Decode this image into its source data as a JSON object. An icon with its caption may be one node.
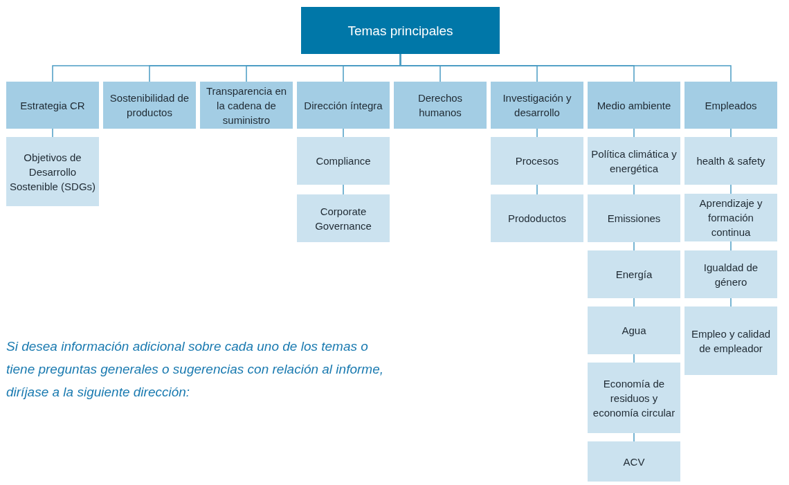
{
  "diagram": {
    "nodes": [
      {
        "text": [
          "Temas principales"
        ]
      },
      {
        "text": [
          "Estrategia CR"
        ]
      },
      {
        "text": [
          "Sostenibilidad de productos"
        ]
      },
      {
        "text": [
          "Transparencia en la cadena de suministro"
        ]
      },
      {
        "text": [
          "Dirección íntegra"
        ]
      },
      {
        "text": [
          "Derechos humanos"
        ]
      },
      {
        "text": [
          "Investigación y desarrollo"
        ]
      },
      {
        "text": [
          "Medio ambiente"
        ]
      },
      {
        "text": [
          "Empleados"
        ]
      },
      {
        "text": [
          "Objetivos de Desarrollo Sostenible (SDGs)"
        ]
      },
      {
        "text": [
          "Compliance"
        ]
      },
      {
        "text": [
          "Corporate Governance"
        ]
      },
      {
        "text": [
          "Procesos"
        ]
      },
      {
        "text": [
          "Prodoductos"
        ]
      },
      {
        "text": [
          "Política climática y energética"
        ]
      },
      {
        "text": [
          "Emissiones"
        ]
      },
      {
        "text": [
          "Energía"
        ]
      },
      {
        "text": [
          "Agua"
        ]
      },
      {
        "text": [
          "Economía de residuos y economía circular"
        ]
      },
      {
        "text": [
          "ACV"
        ]
      },
      {
        "text": [
          "health & safety"
        ]
      },
      {
        "text": [
          "Aprendizaje y formación continua"
        ]
      },
      {
        "text": [
          "Igualdad de género"
        ]
      },
      {
        "text": [
          "Empleo y calidad de empleador"
        ]
      }
    ],
    "edges": [
      {
        "from": 0,
        "to": 1,
        "arrow": "none"
      },
      {
        "from": 0,
        "to": 2,
        "arrow": "none"
      },
      {
        "from": 0,
        "to": 3,
        "arrow": "none"
      },
      {
        "from": 0,
        "to": 4,
        "arrow": "none"
      },
      {
        "from": 0,
        "to": 5,
        "arrow": "none"
      },
      {
        "from": 0,
        "to": 6,
        "arrow": "none"
      },
      {
        "from": 0,
        "to": 7,
        "arrow": "none"
      },
      {
        "from": 0,
        "to": 8,
        "arrow": "none"
      },
      {
        "from": 1,
        "to": 9,
        "arrow": "none"
      },
      {
        "from": 4,
        "to": 10,
        "arrow": "none"
      },
      {
        "from": 10,
        "to": 11,
        "arrow": "none"
      },
      {
        "from": 6,
        "to": 12,
        "arrow": "none"
      },
      {
        "from": 12,
        "to": 13,
        "arrow": "none"
      },
      {
        "from": 7,
        "to": 14,
        "arrow": "none"
      },
      {
        "from": 14,
        "to": 15,
        "arrow": "none"
      },
      {
        "from": 15,
        "to": 16,
        "arrow": "none"
      },
      {
        "from": 16,
        "to": 17,
        "arrow": "none"
      },
      {
        "from": 17,
        "to": 18,
        "arrow": "none"
      },
      {
        "from": 18,
        "to": 19,
        "arrow": "none"
      },
      {
        "from": 8,
        "to": 20,
        "arrow": "none"
      },
      {
        "from": 20,
        "to": 21,
        "arrow": "none"
      },
      {
        "from": 21,
        "to": 22,
        "arrow": "none"
      },
      {
        "from": 22,
        "to": 23,
        "arrow": "none"
      }
    ],
    "labels": [
      "Si desea información adicional sobre cada uno de los temas o tiene preguntas generales o sugerencias con relación al informe, diríjase a la siguiente dirección:"
    ]
  }
}
